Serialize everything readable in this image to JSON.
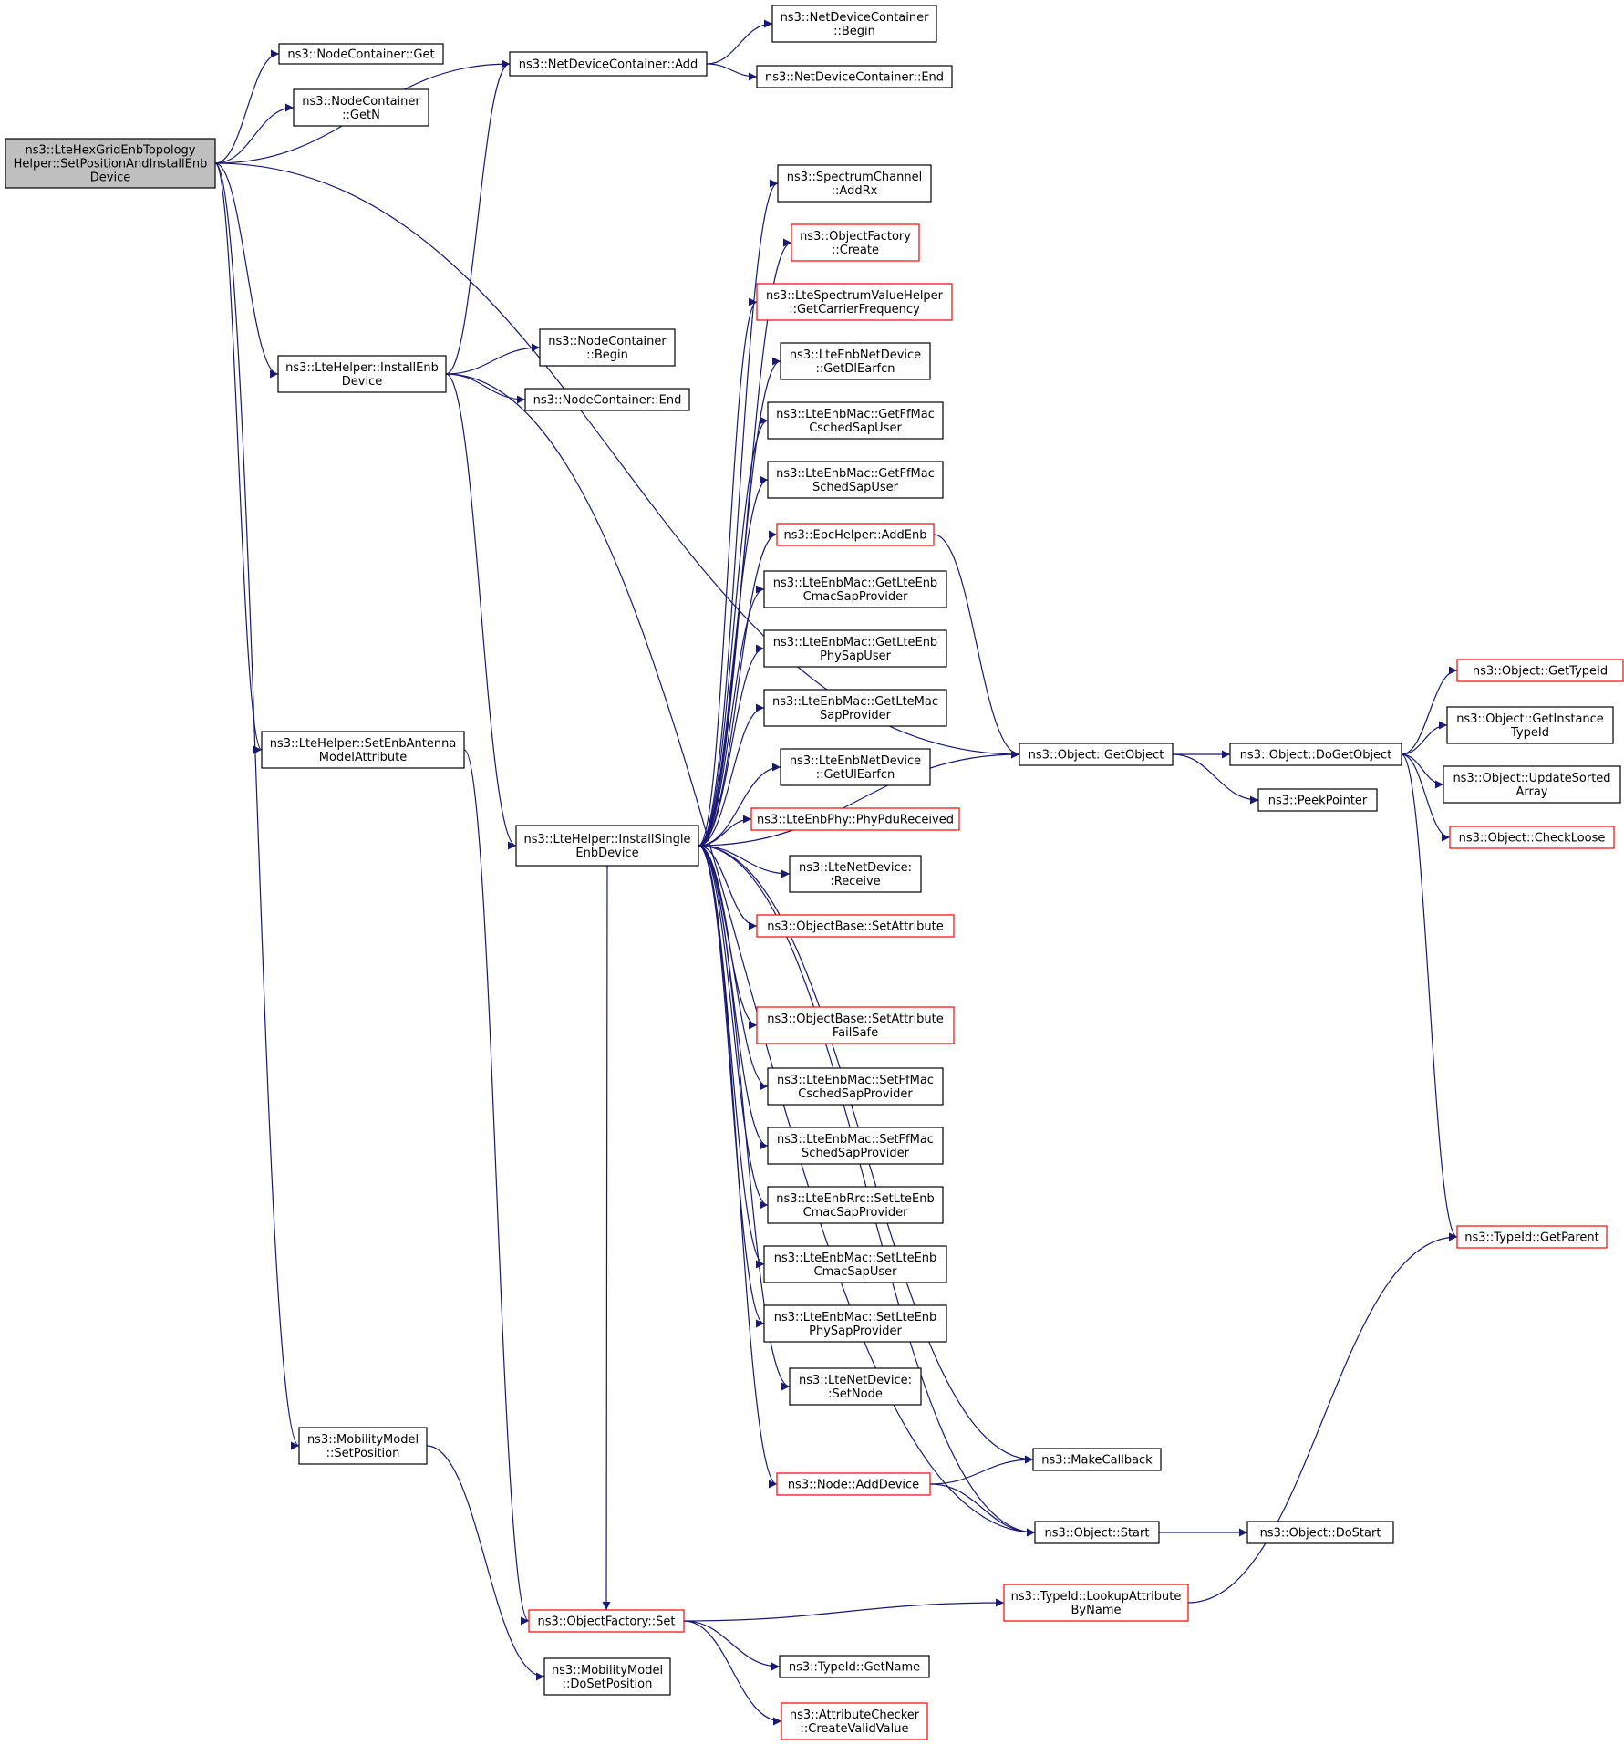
{
  "colors": {
    "edge": "#191970",
    "root_fill": "#bfbfbf",
    "node_fill": "#ffffff",
    "border_normal": "#000000",
    "border_red": "#ff0000"
  },
  "nodes": [
    {
      "id": "root",
      "lines": [
        "ns3::LteHexGridEnbTopology",
        "Helper::SetPositionAndInstallEnb",
        "Device"
      ],
      "style": "root"
    },
    {
      "id": "nc_get",
      "lines": [
        "ns3::NodeContainer::Get"
      ],
      "style": "normal"
    },
    {
      "id": "nc_getn",
      "lines": [
        "ns3::NodeContainer",
        "::GetN"
      ],
      "style": "normal"
    },
    {
      "id": "ndc_add",
      "lines": [
        "ns3::NetDeviceContainer::Add"
      ],
      "style": "normal"
    },
    {
      "id": "ndc_begin",
      "lines": [
        "ns3::NetDeviceContainer",
        "::Begin"
      ],
      "style": "normal"
    },
    {
      "id": "ndc_end",
      "lines": [
        "ns3::NetDeviceContainer::End"
      ],
      "style": "normal"
    },
    {
      "id": "install_enb",
      "lines": [
        "ns3::LteHelper::InstallEnb",
        "Device"
      ],
      "style": "normal"
    },
    {
      "id": "nc_begin",
      "lines": [
        "ns3::NodeContainer",
        "::Begin"
      ],
      "style": "normal"
    },
    {
      "id": "nc_end",
      "lines": [
        "ns3::NodeContainer::End"
      ],
      "style": "normal"
    },
    {
      "id": "set_antenna",
      "lines": [
        "ns3::LteHelper::SetEnbAntenna",
        "ModelAttribute"
      ],
      "style": "normal"
    },
    {
      "id": "install_single",
      "lines": [
        "ns3::LteHelper::InstallSingle",
        "EnbDevice"
      ],
      "style": "normal"
    },
    {
      "id": "mm_setpos",
      "lines": [
        "ns3::MobilityModel",
        "::SetPosition"
      ],
      "style": "normal"
    },
    {
      "id": "of_set",
      "lines": [
        "ns3::ObjectFactory::Set"
      ],
      "style": "red"
    },
    {
      "id": "mm_dosetpos",
      "lines": [
        "ns3::MobilityModel",
        "::DoSetPosition"
      ],
      "style": "normal"
    },
    {
      "id": "sc_addrx",
      "lines": [
        "ns3::SpectrumChannel",
        "::AddRx"
      ],
      "style": "normal"
    },
    {
      "id": "of_create",
      "lines": [
        "ns3::ObjectFactory",
        "::Create"
      ],
      "style": "red"
    },
    {
      "id": "svh_getcf",
      "lines": [
        "ns3::LteSpectrumValueHelper",
        "::GetCarrierFrequency"
      ],
      "style": "red"
    },
    {
      "id": "nd_getdl",
      "lines": [
        "ns3::LteEnbNetDevice",
        "::GetDlEarfcn"
      ],
      "style": "normal"
    },
    {
      "id": "mac_getffcsched",
      "lines": [
        "ns3::LteEnbMac::GetFfMac",
        "CschedSapUser"
      ],
      "style": "normal"
    },
    {
      "id": "mac_getffsched",
      "lines": [
        "ns3::LteEnbMac::GetFfMac",
        "SchedSapUser"
      ],
      "style": "normal"
    },
    {
      "id": "epc_addenb",
      "lines": [
        "ns3::EpcHelper::AddEnb"
      ],
      "style": "red"
    },
    {
      "id": "mac_getcmac",
      "lines": [
        "ns3::LteEnbMac::GetLteEnb",
        "CmacSapProvider"
      ],
      "style": "normal"
    },
    {
      "id": "mac_getphy",
      "lines": [
        "ns3::LteEnbMac::GetLteEnb",
        "PhySapUser"
      ],
      "style": "normal"
    },
    {
      "id": "mac_getltemac",
      "lines": [
        "ns3::LteEnbMac::GetLteMac",
        "SapProvider"
      ],
      "style": "normal"
    },
    {
      "id": "nd_getul",
      "lines": [
        "ns3::LteEnbNetDevice",
        "::GetUlEarfcn"
      ],
      "style": "normal"
    },
    {
      "id": "phy_pdu",
      "lines": [
        "ns3::LteEnbPhy::PhyPduReceived"
      ],
      "style": "red"
    },
    {
      "id": "lnd_receive",
      "lines": [
        "ns3::LteNetDevice:",
        ":Receive"
      ],
      "style": "normal"
    },
    {
      "id": "ob_setattr",
      "lines": [
        "ns3::ObjectBase::SetAttribute"
      ],
      "style": "red"
    },
    {
      "id": "ob_setattrfs",
      "lines": [
        "ns3::ObjectBase::SetAttribute",
        "FailSafe"
      ],
      "style": "red"
    },
    {
      "id": "mac_setffcsched",
      "lines": [
        "ns3::LteEnbMac::SetFfMac",
        "CschedSapProvider"
      ],
      "style": "normal"
    },
    {
      "id": "mac_setffsched",
      "lines": [
        "ns3::LteEnbMac::SetFfMac",
        "SchedSapProvider"
      ],
      "style": "normal"
    },
    {
      "id": "rrc_setcmac",
      "lines": [
        "ns3::LteEnbRrc::SetLteEnb",
        "CmacSapProvider"
      ],
      "style": "normal"
    },
    {
      "id": "mac_setcmacuser",
      "lines": [
        "ns3::LteEnbMac::SetLteEnb",
        "CmacSapUser"
      ],
      "style": "normal"
    },
    {
      "id": "mac_setphyprov",
      "lines": [
        "ns3::LteEnbMac::SetLteEnb",
        "PhySapProvider"
      ],
      "style": "normal"
    },
    {
      "id": "lnd_setnode",
      "lines": [
        "ns3::LteNetDevice:",
        ":SetNode"
      ],
      "style": "normal"
    },
    {
      "id": "node_adddev",
      "lines": [
        "ns3::Node::AddDevice"
      ],
      "style": "red"
    },
    {
      "id": "tid_getname",
      "lines": [
        "ns3::TypeId::GetName"
      ],
      "style": "normal"
    },
    {
      "id": "ac_createvalid",
      "lines": [
        "ns3::AttributeChecker",
        "::CreateValidValue"
      ],
      "style": "red"
    },
    {
      "id": "obj_getobject",
      "lines": [
        "ns3::Object::GetObject"
      ],
      "style": "normal"
    },
    {
      "id": "peekpointer",
      "lines": [
        "ns3::PeekPointer"
      ],
      "style": "normal"
    },
    {
      "id": "obj_dogetobject",
      "lines": [
        "ns3::Object::DoGetObject"
      ],
      "style": "normal"
    },
    {
      "id": "makecallback",
      "lines": [
        "ns3::MakeCallback"
      ],
      "style": "normal"
    },
    {
      "id": "obj_start",
      "lines": [
        "ns3::Object::Start"
      ],
      "style": "normal"
    },
    {
      "id": "obj_dostart",
      "lines": [
        "ns3::Object::DoStart"
      ],
      "style": "normal"
    },
    {
      "id": "tid_lookup",
      "lines": [
        "ns3::TypeId::LookupAttribute",
        "ByName"
      ],
      "style": "red"
    },
    {
      "id": "obj_gettypeid",
      "lines": [
        "ns3::Object::GetTypeId"
      ],
      "style": "red"
    },
    {
      "id": "obj_getinstance",
      "lines": [
        "ns3::Object::GetInstance",
        "TypeId"
      ],
      "style": "normal"
    },
    {
      "id": "obj_updatesorted",
      "lines": [
        "ns3::Object::UpdateSorted",
        "Array"
      ],
      "style": "normal"
    },
    {
      "id": "obj_checkloose",
      "lines": [
        "ns3::Object::CheckLoose"
      ],
      "style": "red"
    },
    {
      "id": "tid_getparent",
      "lines": [
        "ns3::TypeId::GetParent"
      ],
      "style": "red"
    }
  ],
  "edges": [
    [
      "root",
      "ndc_add"
    ],
    [
      "root",
      "nc_get"
    ],
    [
      "root",
      "nc_getn"
    ],
    [
      "root",
      "obj_getobject"
    ],
    [
      "root",
      "install_enb"
    ],
    [
      "root",
      "set_antenna"
    ],
    [
      "root",
      "mm_setpos"
    ],
    [
      "ndc_add",
      "ndc_begin"
    ],
    [
      "ndc_add",
      "ndc_end"
    ],
    [
      "install_enb",
      "ndc_add"
    ],
    [
      "install_enb",
      "nc_begin"
    ],
    [
      "install_enb",
      "nc_end"
    ],
    [
      "install_enb",
      "install_single"
    ],
    [
      "install_enb",
      "obj_start"
    ],
    [
      "set_antenna",
      "of_set"
    ],
    [
      "mm_setpos",
      "mm_dosetpos"
    ],
    [
      "of_set",
      "tid_lookup"
    ],
    [
      "of_set",
      "tid_getname"
    ],
    [
      "of_set",
      "ac_createvalid"
    ],
    [
      "install_single",
      "sc_addrx"
    ],
    [
      "install_single",
      "of_create"
    ],
    [
      "install_single",
      "svh_getcf"
    ],
    [
      "install_single",
      "nd_getdl"
    ],
    [
      "install_single",
      "mac_getffcsched"
    ],
    [
      "install_single",
      "mac_getffsched"
    ],
    [
      "install_single",
      "epc_addenb"
    ],
    [
      "install_single",
      "mac_getcmac"
    ],
    [
      "install_single",
      "mac_getphy"
    ],
    [
      "install_single",
      "mac_getltemac"
    ],
    [
      "install_single",
      "nd_getul"
    ],
    [
      "install_single",
      "phy_pdu"
    ],
    [
      "install_single",
      "lnd_receive"
    ],
    [
      "install_single",
      "ob_setattr"
    ],
    [
      "install_single",
      "obj_getobject"
    ],
    [
      "install_single",
      "ob_setattrfs"
    ],
    [
      "install_single",
      "mac_setffcsched"
    ],
    [
      "install_single",
      "mac_setffsched"
    ],
    [
      "install_single",
      "rrc_setcmac"
    ],
    [
      "install_single",
      "mac_setcmacuser"
    ],
    [
      "install_single",
      "mac_setphyprov"
    ],
    [
      "install_single",
      "lnd_setnode"
    ],
    [
      "install_single",
      "makecallback"
    ],
    [
      "install_single",
      "node_adddev"
    ],
    [
      "install_single",
      "obj_start"
    ],
    [
      "install_single",
      "of_set"
    ],
    [
      "epc_addenb",
      "obj_getobject"
    ],
    [
      "node_adddev",
      "makecallback"
    ],
    [
      "node_adddev",
      "obj_start"
    ],
    [
      "obj_getobject",
      "obj_dogetobject"
    ],
    [
      "obj_getobject",
      "peekpointer"
    ],
    [
      "obj_dogetobject",
      "obj_gettypeid"
    ],
    [
      "obj_dogetobject",
      "obj_getinstance"
    ],
    [
      "obj_dogetobject",
      "obj_updatesorted"
    ],
    [
      "obj_dogetobject",
      "obj_checkloose"
    ],
    [
      "obj_dogetobject",
      "tid_getparent"
    ],
    [
      "obj_start",
      "obj_dostart"
    ],
    [
      "tid_lookup",
      "tid_getparent"
    ]
  ]
}
